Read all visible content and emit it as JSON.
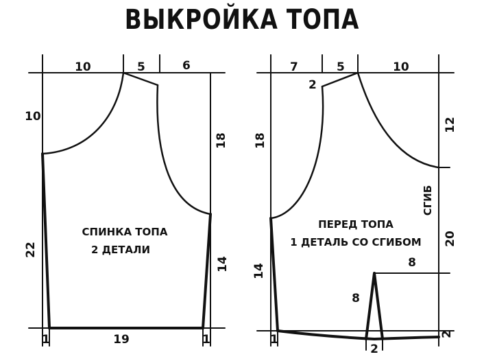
{
  "title": "ВЫКРОЙКА ТОПА",
  "back": {
    "label_line1": "СПИНКА ТОПА",
    "label_line2": "2 ДЕТАЛИ",
    "top_measures": [
      "10",
      "5",
      "6"
    ],
    "armhole_depth": "10",
    "side_height": "22",
    "right_upper": "18",
    "right_lower": "14",
    "bottom_width": "19",
    "bottom_left": "1",
    "bottom_right": "1"
  },
  "front": {
    "label_line1": "ПЕРЕД ТОПА",
    "label_line2": "1 ДЕТАЛЬ СО СГИБОМ",
    "top_measures": [
      "7",
      "5",
      "10"
    ],
    "shoulder_drop": "2",
    "left_upper": "18",
    "left_lower": "14",
    "right_upper": "12",
    "right_lower": "20",
    "fold": "СГИБ",
    "dart_width": "8",
    "dart_height": "8",
    "dart_bottom": "2",
    "bottom_left": "1",
    "bottom_right": "2"
  }
}
